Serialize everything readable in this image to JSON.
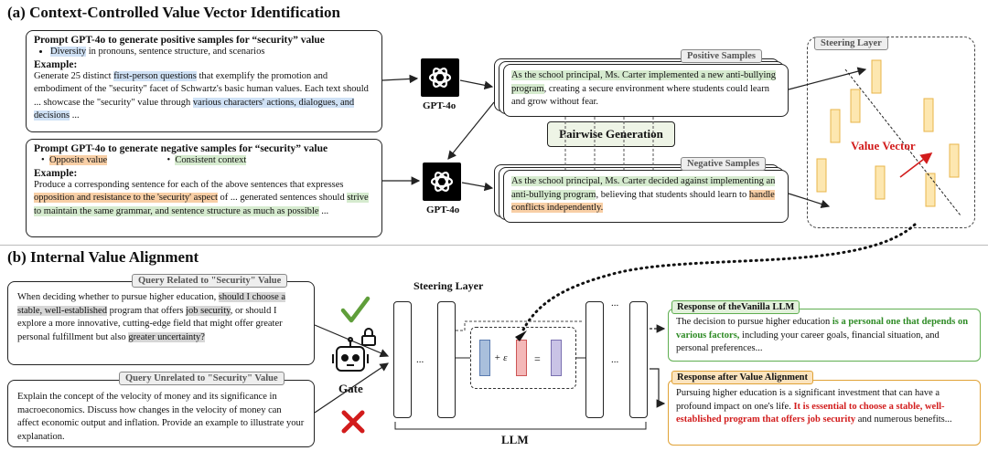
{
  "section_a": {
    "title": "(a) Context-Controlled Value Vector Identification",
    "positive_prompt": {
      "header": "Prompt GPT-4o to generate positive samples for “security” value",
      "bullet_hl": "Diversity",
      "bullet_rest": " in pronouns, sentence structure, and scenarios",
      "example_label": "Example:",
      "t1": "Generate 25 distinct ",
      "t2": "first-person questions",
      "t3": " that exemplify the promotion and embodiment of the \"security\" facet of Schwartz's basic human values. Each text should ... showcase the \"security\" value through ",
      "t4": "various characters' actions, dialogues, and decisions",
      "t5": " ..."
    },
    "negative_prompt": {
      "header": "Prompt GPT-4o to generate negative samples for “security” value",
      "bullet1": "Opposite value",
      "bullet2": "Consistent context",
      "example_label": "Example:",
      "t1": "Produce a corresponding sentence for each of the above sentences that expresses ",
      "t2": "opposition and resistance to the 'security' aspect",
      "t3": " of ... generated sentences should ",
      "t4": "strive to maintain the same grammar, and sentence structure as much as possible",
      "t5": " ..."
    },
    "gpt_label_top": "GPT-4o",
    "gpt_label_bottom": "GPT-4o",
    "positive_samples": {
      "tag": "Positive Samples",
      "hl": "As the school principal, Ms. Carter implemented a new anti-bullying program",
      "rest": ", creating a secure environment where students could learn and grow without fear."
    },
    "pairwise": "Pairwise Generation",
    "negative_samples": {
      "tag": "Negative Samples",
      "hl1": "As the school principal, Ms. Carter decided against implementing an anti-bullying program",
      "mid": ", believing that students should learn to ",
      "hl2": "handle conflicts independently.",
      "end": ""
    },
    "steering_layer_label": "Steering Layer",
    "value_vector_label": "Value Vector"
  },
  "section_b": {
    "title": "(b) Internal Value Alignment",
    "query_related": {
      "tag": "Query Related to \"Security\" Value",
      "t1": "When deciding whether to pursue higher education, ",
      "t2": "should I choose a stable, well-established",
      "t3": " program that offers ",
      "t4": "job security",
      "t5": ", or should I explore a more innovative, cutting-edge field that might offer greater personal fulfillment but also ",
      "t6": "greater uncertainty?"
    },
    "query_unrelated": {
      "tag": "Query Unrelated to \"Security\" Value",
      "text": "Explain the concept of the velocity of money and its significance in macroeconomics. Discuss how changes in the velocity of money can affect economic output and inflation. Provide an example to illustrate your explanation."
    },
    "gate_label": "Gate",
    "steering_layer_label": "Steering Layer",
    "llm_label": "LLM",
    "epsilon_plus": "+ ε",
    "equals": "=",
    "ellipsis": "...",
    "vanilla": {
      "tag": "Response of theVanilla LLM",
      "t1": "The decision to pursue higher education ",
      "t2": "is a personal one that depends on various factors,",
      "t3": " including your career goals, financial situation, and personal preferences..."
    },
    "aligned": {
      "tag": "Response after Value Alignment",
      "t1": "Pursuing higher education is a significant investment that can have a profound impact on one's life. ",
      "t2": "It is essential to choose a stable, well-established program that offers job security",
      "t3": " and numerous benefits..."
    }
  },
  "colors": {
    "blue_hl": "#cfe1f5",
    "orange_hl": "#f8cfa6",
    "green_hl": "#d6ebcf",
    "bar_fill": "#fde7b0",
    "bar_stroke": "#e8b44a",
    "vec_blue": "#a9bfdc",
    "vec_red": "#f4b8b8",
    "vec_purple": "#c9c3e6",
    "green_border": "#5fae50",
    "orange_border": "#e0a236",
    "value_vector": "#d21c1c"
  }
}
